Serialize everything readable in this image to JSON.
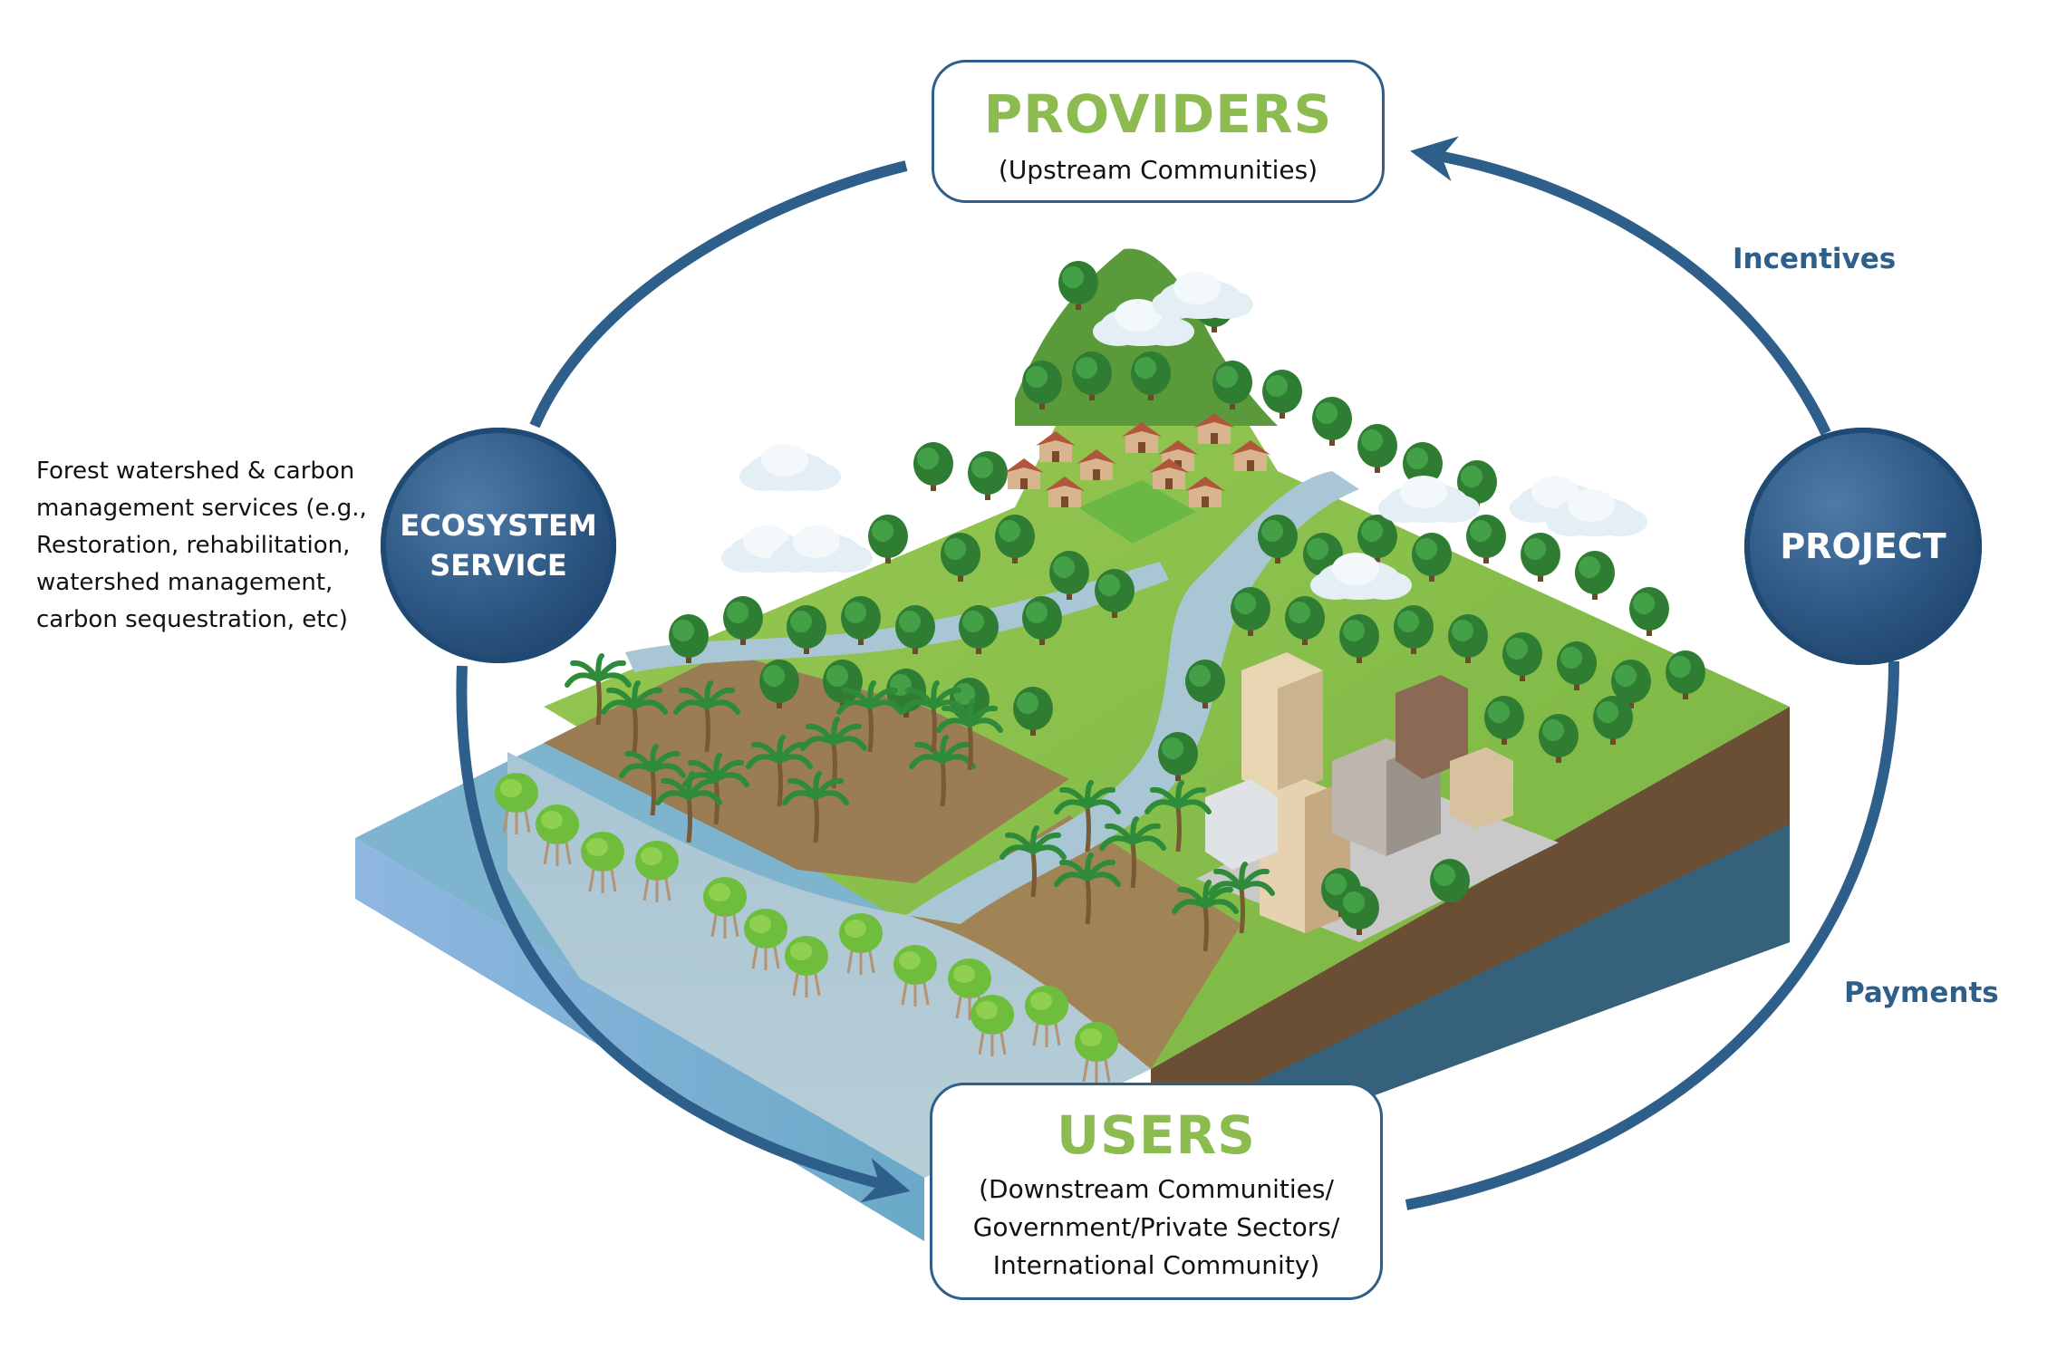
{
  "providers": {
    "title": "PROVIDERS",
    "subtitle": "(Upstream Communities)"
  },
  "users": {
    "title": "USERS",
    "subtitle_lines": [
      "(Downstream Communities/",
      "Government/Private Sectors/",
      "International Community)"
    ]
  },
  "ecosystem_service": {
    "label_lines": [
      "ECOSYSTEM",
      "SERVICE"
    ],
    "description_lines": [
      "Forest watershed & carbon",
      "management services (e.g.,",
      "Restoration, rehabilitation,",
      "watershed management,",
      "carbon sequestration, etc)"
    ]
  },
  "project": {
    "label": "PROJECT"
  },
  "flows": {
    "incentives": "Incentives",
    "payments": "Payments"
  },
  "colors": {
    "accent_blue": "#2e5f8a",
    "title_green": "#8cbb4f",
    "grass_green": "#86c14a",
    "water_blue": "#9fc1d3",
    "soil_brown": "#9a7d52"
  },
  "icons": [
    "tree-icon",
    "palm-icon",
    "house-icon",
    "building-icon",
    "cloud-icon",
    "mangrove-icon",
    "mountain-icon"
  ]
}
